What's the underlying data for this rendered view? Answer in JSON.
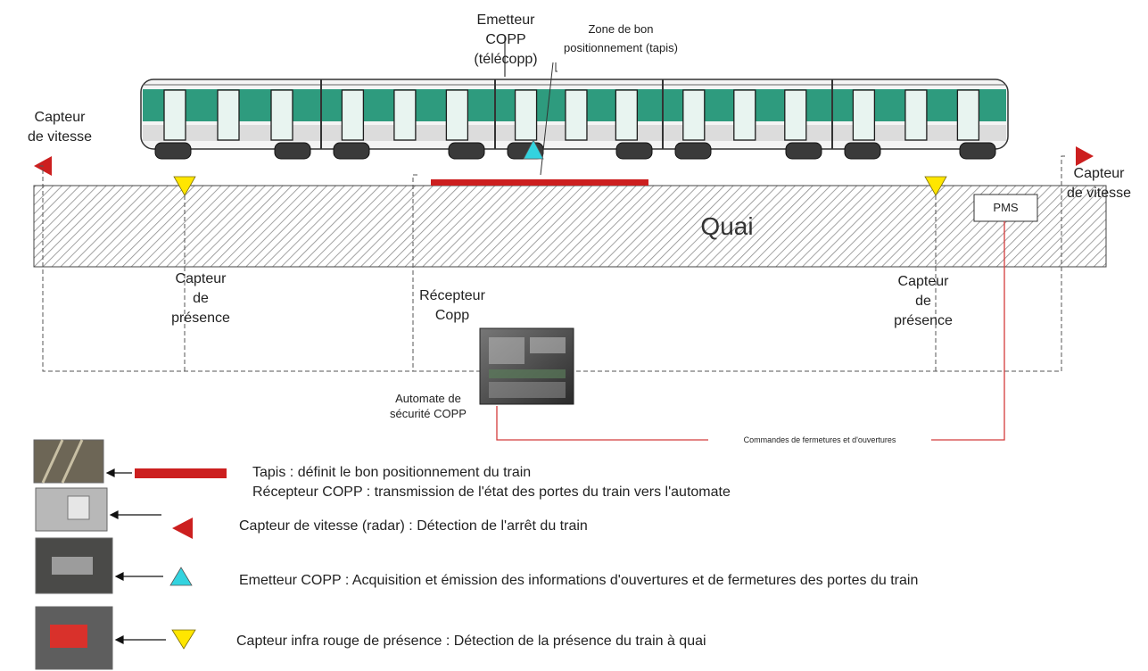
{
  "labels": {
    "emetteur_top": "Emetteur\nCOPP\n(télécopp)",
    "zone": "Zone de bon\npositionnement (tapis)",
    "capteur_vitesse_left": "Capteur\nde vitesse",
    "capteur_vitesse_right": "Capteur\nde vitesse",
    "quai": "Quai",
    "pms": "PMS",
    "capteur_presence_left": "Capteur\nde\nprésence",
    "capteur_presence_right": "Capteur\nde\nprésence",
    "recepteur": "Récepteur\nCopp",
    "automate": "Automate de\nsécurité COPP",
    "commandes": "Commandes de fermetures et d'ouvertures"
  },
  "legend": [
    {
      "symbol": "red-bar",
      "lines": [
        "Tapis : définit le bon positionnement du train",
        "Récepteur COPP : transmission de l'état des portes du train vers l'automate"
      ]
    },
    {
      "symbol": "red-triangle-left",
      "lines": [
        "Capteur de vitesse (radar) : Détection de l'arrêt du train"
      ]
    },
    {
      "symbol": "cyan-triangle-up",
      "lines": [
        "Emetteur COPP : Acquisition et émission des informations d'ouvertures et de fermetures des portes du train"
      ]
    },
    {
      "symbol": "yellow-triangle-down",
      "lines": [
        "Capteur infra rouge de présence : Détection de la présence du train à quai"
      ]
    }
  ],
  "colors": {
    "red": "#cc1f1f",
    "cyan": "#33d3df",
    "yellow": "#ffe600",
    "train_green": "#2e9b7e",
    "hatch": "#9a9a9a"
  }
}
